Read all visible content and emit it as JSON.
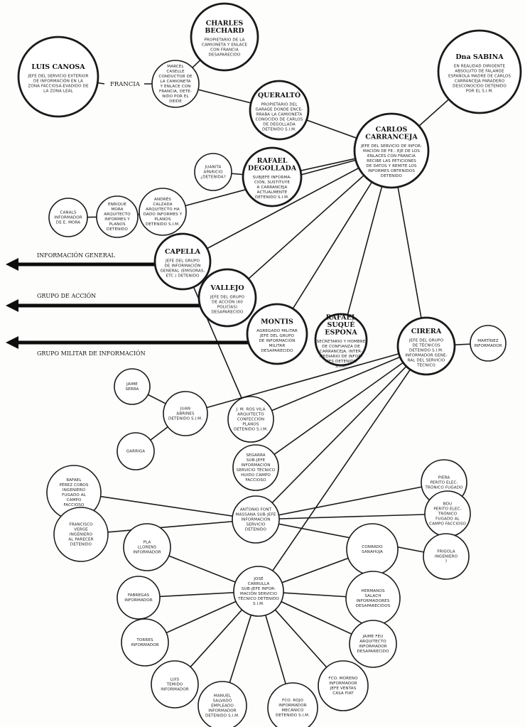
{
  "diagram": {
    "type": "organizational-network",
    "arrows": [
      {
        "id": "info-general",
        "label": "INFORMACIÓN GENERAL",
        "from": "capella"
      },
      {
        "id": "grupo-accion",
        "label": "GRUPO DE ACCIÓN",
        "from": "vallejo"
      },
      {
        "id": "grupo-militar",
        "label": "GRUPO MILITAR DE INFORMACIÓN",
        "from": "montis"
      }
    ],
    "free_labels": [
      {
        "id": "francia",
        "text": "FRANCIA"
      }
    ],
    "nodes": [
      {
        "id": "canosa",
        "title": "LUIS CANOSA",
        "desc": [
          "JEFE DEL SERVICIO EXTERIOR",
          "DE INFORMACIÓN EN LA",
          "ZONA FACCIOSA-EVADIDO DE",
          "LA ZONA LEAL"
        ],
        "emphasis": "large"
      },
      {
        "id": "charles",
        "title": "CHARLES BECHARD",
        "title_lines": [
          "CHARLES",
          "BECHARD"
        ],
        "desc": [
          "PROPIETARIO DE LA",
          "CAMIONETA Y ENLACE",
          "CON FRANCIA",
          "DESAPARECIDO"
        ],
        "emphasis": "large"
      },
      {
        "id": "marcel",
        "title": "",
        "desc": [
          "MARCEL",
          "CASELLE",
          "CONDUCTOR DE",
          "LA CAMIONETA",
          "Y ENLACE CON",
          "FRANCIA, DETE-",
          "NIDO POR EL",
          "DEIDE"
        ],
        "emphasis": "normal"
      },
      {
        "id": "queralto",
        "title": "QUERALTÓ",
        "desc": [
          "PROPIETARIO DEL",
          "GARAGE DONDE ENCE-",
          "RRABA LA CAMIONETA",
          "CONOCIDO DE CARLOS",
          "DE DEGOLLADA",
          "DETENIDO S.I.M."
        ],
        "emphasis": "large"
      },
      {
        "id": "sabina",
        "title": "Dna SABINA",
        "desc": [
          "EN REALIDAD DIRIGENTE",
          "ABSOLUTO DE FALANGE",
          "ESPAÑOLA MADRE DE CARLOS",
          "CARRANCEJA PARADERO",
          "DESCONOCIDO DETENIDO",
          "POR EL S.I.M."
        ],
        "emphasis": "large"
      },
      {
        "id": "carranceja",
        "title": "CARLOS CARRANCEJA",
        "title_lines": [
          "CARLOS",
          "CARRANCEJA"
        ],
        "desc": [
          "JEFE DEL SERVICIO DE INFOR-",
          "MACIÓN DE FE.- EJE DE LOS",
          "ENLACES CON FRANCIA",
          "RECIBE LAS PETICIONES",
          "DE DATOS Y REMITE LOS",
          "INFORMES OBTENIDOS",
          "DETENIDO"
        ],
        "emphasis": "large"
      },
      {
        "id": "juanita",
        "title": "",
        "desc": [
          "JUANITA",
          "APARICIO",
          "¿DETENIDA?"
        ],
        "emphasis": "normal"
      },
      {
        "id": "degollada",
        "title": "RAFAEL DEGOLLADA",
        "title_lines": [
          "RAFAEL",
          "DEGOLLADA"
        ],
        "desc": [
          "SUBJEFE INFORMA-",
          "CIÓN, SUSTITUYE",
          "A CARRANCEJA",
          "ACTUALMENTE",
          "DETENIDO S.I.M."
        ],
        "emphasis": "large"
      },
      {
        "id": "canals",
        "title": "",
        "desc": [
          "CANALS",
          "INFORMADOR",
          "DE E. MORA"
        ],
        "emphasis": "normal"
      },
      {
        "id": "mora",
        "title": "",
        "desc": [
          "ENRIQUE",
          "MORA",
          "ARQUITECTO",
          "INFORMES Y",
          "PLANOS",
          "DETENIDO"
        ],
        "emphasis": "normal"
      },
      {
        "id": "calzada",
        "title": "",
        "desc": [
          "ANDRÉS",
          "CALZADA",
          "ARQUITECTO HA",
          "DADO INFORMES Y",
          "PLANOS",
          "DETENIDO S.I.M."
        ],
        "emphasis": "normal"
      },
      {
        "id": "capella",
        "title": "CAPELLA",
        "desc": [
          "JEFE DEL GRUPO",
          "DE INFORMACIÓN",
          "GENERAL (EMISORAS,",
          "ETC.) DETENIDO"
        ],
        "emphasis": "large"
      },
      {
        "id": "vallejo",
        "title": "VALLEJO",
        "desc": [
          "JEFE DEL GRUPO",
          "DE ACCIÓN (60",
          "POLICÍAS)",
          "DESAPARECIDO"
        ],
        "emphasis": "large"
      },
      {
        "id": "montis",
        "title": "MONTIS",
        "desc": [
          "AGREGADO MILITAR",
          "JEFE DEL GRUPO",
          "DE INFORMACIÓN",
          "MILITAR",
          "DESAPARECIDO"
        ],
        "emphasis": "large"
      },
      {
        "id": "suque",
        "title": "RAFAEL SUQUÉ ESPONA",
        "title_lines": [
          "RAFAEL",
          "SUQUÉ",
          "ESPONA"
        ],
        "desc": [
          "SECRETARIO Y HOMBRE",
          "DE CONFIANZA DE",
          "CARRANCEJA, INTER-",
          "MEDIARIO DE INFOR-",
          "MES DETENIDO",
          "S.I.M."
        ],
        "emphasis": "large"
      },
      {
        "id": "cirera",
        "title": "CIRERA",
        "desc": [
          "JEFE DEL GRUPO",
          "DE TÉCNICOS",
          "DETENIDO S.I.M.",
          "INFORMADOR GENE-",
          "RAL DEL SERVICIO",
          "TÉCNICO"
        ],
        "emphasis": "large"
      },
      {
        "id": "martinez",
        "title": "",
        "desc": [
          "MARTÍNEZ",
          "INFORMADOR"
        ],
        "emphasis": "normal"
      },
      {
        "id": "serra",
        "title": "",
        "desc": [
          "JAIME",
          "SERRA"
        ],
        "emphasis": "normal"
      },
      {
        "id": "abrines",
        "title": "",
        "desc": [
          "JUAN",
          "ABRINES",
          "DETENIDO S.I.M."
        ],
        "emphasis": "normal"
      },
      {
        "id": "garriga",
        "title": "",
        "desc": [
          "GARRIGA"
        ],
        "emphasis": "normal"
      },
      {
        "id": "rosvila",
        "title": "",
        "desc": [
          "J. M. ROS VILA",
          "ARQUITECTO",
          "CONFECCIÓN",
          "PLANOS",
          "DETENIDO S.I.M."
        ],
        "emphasis": "normal"
      },
      {
        "id": "segarra",
        "title": "",
        "desc": [
          "SEGARRA",
          "SUB-JEFE",
          "INFORMACIÓN",
          "SERVICIO TÉCNICO",
          "HUIDO CAMPO",
          "FACCIOSO"
        ],
        "emphasis": "normal"
      },
      {
        "id": "perez",
        "title": "",
        "desc": [
          "RAFAEL",
          "PÉREZ COBOS",
          "INGENIERO",
          "FUGADO AL",
          "CAMPO",
          "FACCIOSO"
        ],
        "emphasis": "normal"
      },
      {
        "id": "font",
        "title": "",
        "desc": [
          "ANTONIO FONT",
          "MASSANA SUB-JEFE",
          "INFORMACIÓN",
          "SERVICIO",
          "DETENIDO"
        ],
        "emphasis": "normal"
      },
      {
        "id": "piera",
        "title": "",
        "desc": [
          "PIERA",
          "PERITO ELEC-",
          "TRÓNICO FUGADO"
        ],
        "emphasis": "normal"
      },
      {
        "id": "bou",
        "title": "",
        "desc": [
          "BOU",
          "PERITO ELEC-",
          "TRÓNICO",
          "FUGADO AL",
          "CAMPO FACCIOSO"
        ],
        "emphasis": "normal"
      },
      {
        "id": "verge",
        "title": "",
        "desc": [
          "FRANCISCO",
          "VERGE",
          "INGENIERO",
          "AL PARECER",
          "DETENIDO"
        ],
        "emphasis": "normal"
      },
      {
        "id": "frigola",
        "title": "",
        "desc": [
          "FRIGOLA",
          "INGENIERO",
          "?"
        ],
        "emphasis": "normal"
      },
      {
        "id": "llorens",
        "title": "",
        "desc": [
          "PLA",
          "LLORENS",
          "INFORMADOR"
        ],
        "emphasis": "normal"
      },
      {
        "id": "sanahuja",
        "title": "",
        "desc": [
          "CONRADO",
          "SANAHUJA"
        ],
        "emphasis": "normal"
      },
      {
        "id": "carrulla",
        "title": "",
        "desc": [
          "JOSÉ",
          "CARRULLA",
          "SUB-JEFE INFOR-",
          "MACIÓN SERVICIO",
          "TÉCNICO DETENIDO",
          "S.I.M."
        ],
        "emphasis": "normal"
      },
      {
        "id": "fabregas",
        "title": "",
        "desc": [
          "FABREGAS",
          "INFORMADOR"
        ],
        "emphasis": "normal"
      },
      {
        "id": "salach",
        "title": "",
        "desc": [
          "HERMANOS",
          "SALACH",
          "INFORMADORES",
          "DESAPARECIDOS"
        ],
        "emphasis": "normal"
      },
      {
        "id": "torres",
        "title": "",
        "desc": [
          "TORRES",
          "INFORMADOR"
        ],
        "emphasis": "normal"
      },
      {
        "id": "feu",
        "title": "",
        "desc": [
          "JAIME FEU",
          "ARQUITECTO",
          "INFORMADOR",
          "DESAPARECIDO"
        ],
        "emphasis": "normal"
      },
      {
        "id": "temido",
        "title": "",
        "desc": [
          "LUIS",
          "TEMIDO",
          "INFORMADOR"
        ],
        "emphasis": "normal"
      },
      {
        "id": "salvado",
        "title": "",
        "desc": [
          "MANUEL",
          "SALVADÓ",
          "EMPLEADO",
          "INFORMADOR",
          "DETENIDO S.I.M."
        ],
        "emphasis": "normal"
      },
      {
        "id": "rojo",
        "title": "",
        "desc": [
          "FCO. ROJO",
          "INFORMADOR",
          "MECÁNICO",
          "DETENIDO S.I.M."
        ],
        "emphasis": "normal"
      },
      {
        "id": "moreno",
        "title": "",
        "desc": [
          "FCO. MORENO",
          "INFORMADOR",
          "JEFE VENTAS",
          "CASA FIAT"
        ],
        "emphasis": "normal"
      }
    ],
    "edges": [
      {
        "from": "canosa",
        "to": "marcel",
        "via_label": "francia"
      },
      {
        "from": "marcel",
        "to": "charles"
      },
      {
        "from": "marcel",
        "to": "queralto"
      },
      {
        "from": "queralto",
        "to": "carranceja"
      },
      {
        "from": "sabina",
        "to": "carranceja"
      },
      {
        "from": "carranceja",
        "to": "degollada"
      },
      {
        "from": "carranceja",
        "to": "calzada"
      },
      {
        "from": "carranceja",
        "to": "capella"
      },
      {
        "from": "carranceja",
        "to": "vallejo"
      },
      {
        "from": "carranceja",
        "to": "montis"
      },
      {
        "from": "carranceja",
        "to": "suque"
      },
      {
        "from": "carranceja",
        "to": "cirera"
      },
      {
        "from": "degollada",
        "to": "juanita"
      },
      {
        "from": "calzada",
        "to": "mora"
      },
      {
        "from": "mora",
        "to": "canals"
      },
      {
        "from": "capella",
        "to": "rosvila"
      },
      {
        "from": "cirera",
        "to": "martinez"
      },
      {
        "from": "cirera",
        "to": "abrines"
      },
      {
        "from": "cirera",
        "to": "rosvila"
      },
      {
        "from": "cirera",
        "to": "segarra"
      },
      {
        "from": "cirera",
        "to": "font"
      },
      {
        "from": "cirera",
        "to": "carrulla"
      },
      {
        "from": "abrines",
        "to": "serra"
      },
      {
        "from": "abrines",
        "to": "garriga"
      },
      {
        "from": "font",
        "to": "perez"
      },
      {
        "from": "font",
        "to": "verge"
      },
      {
        "from": "font",
        "to": "piera"
      },
      {
        "from": "font",
        "to": "bou"
      },
      {
        "from": "font",
        "to": "frigola"
      },
      {
        "from": "carrulla",
        "to": "llorens"
      },
      {
        "from": "carrulla",
        "to": "fabregas"
      },
      {
        "from": "carrulla",
        "to": "torres"
      },
      {
        "from": "carrulla",
        "to": "temido"
      },
      {
        "from": "carrulla",
        "to": "salvado"
      },
      {
        "from": "carrulla",
        "to": "rojo"
      },
      {
        "from": "carrulla",
        "to": "moreno"
      },
      {
        "from": "carrulla",
        "to": "feu"
      },
      {
        "from": "carrulla",
        "to": "salach"
      },
      {
        "from": "carrulla",
        "to": "sanahuja"
      }
    ]
  }
}
